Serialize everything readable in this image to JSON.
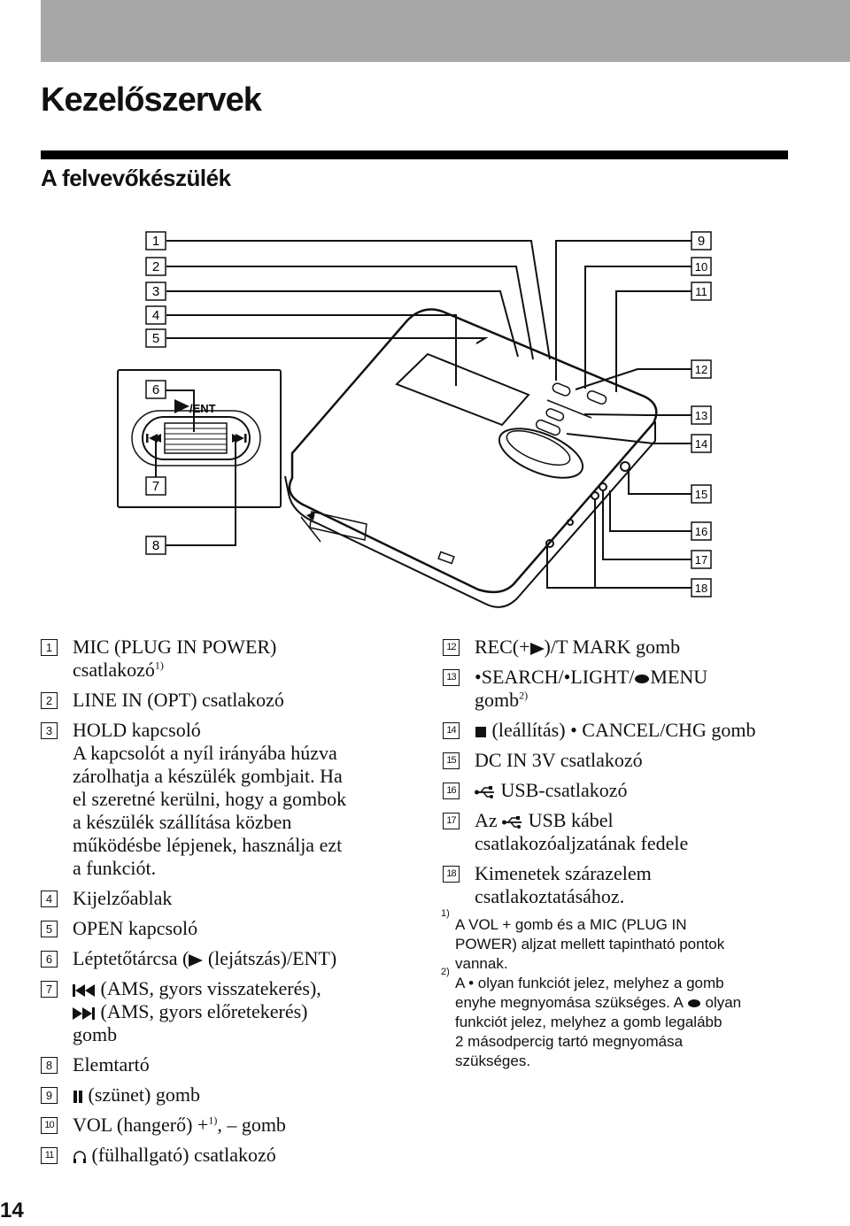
{
  "page": {
    "title": "Kezelőszervek",
    "subtitle": "A felvevőkészülék",
    "page_number": "14"
  },
  "diagram": {
    "ent_label": "/ENT",
    "callouts": [
      "1",
      "2",
      "3",
      "4",
      "5",
      "6",
      "7",
      "8",
      "9",
      "10",
      "11",
      "12",
      "13",
      "14",
      "15",
      "16",
      "17",
      "18"
    ]
  },
  "left_items": [
    {
      "num": "1",
      "lines": [
        "MIC (PLUG IN POWER)",
        "csatlakozó"
      ],
      "sup": "1)"
    },
    {
      "num": "2",
      "lines": [
        "LINE IN (OPT) csatlakozó"
      ]
    },
    {
      "num": "3",
      "lines": [
        "HOLD kapcsoló",
        "A kapcsolót a nyíl irányába húzva",
        "zárolhatja a készülék gombjait. Ha",
        "el szeretné kerülni, hogy a gombok",
        "a készülék szállítása közben",
        "működésbe lépjenek, használja ezt",
        "a funkciót."
      ]
    },
    {
      "num": "4",
      "lines": [
        "Kijelzőablak"
      ]
    },
    {
      "num": "5",
      "lines": [
        "OPEN kapcsoló"
      ]
    },
    {
      "num": "6",
      "pre": "Léptetőtárcsa (",
      "post": " (lejátszás)/ENT)"
    },
    {
      "num": "7",
      "l1": " (AMS, gyors visszatekerés),",
      "l2": " (AMS, gyors előretekerés)",
      "l3": "gomb"
    },
    {
      "num": "8",
      "lines": [
        "Elemtartó"
      ]
    },
    {
      "num": "9",
      "text": " (szünet) gomb"
    },
    {
      "num": "10",
      "pre": "VOL (hangerő) +",
      "sup": "1)",
      "post": ", – gomb"
    },
    {
      "num": "11",
      "text": " (fülhallgató) csatlakozó"
    }
  ],
  "right_items": [
    {
      "num": "12",
      "pre": " REC(+",
      "post": ")/T MARK gomb"
    },
    {
      "num": "13",
      "pre": "•SEARCH/•LIGHT/",
      "post": "MENU",
      "l2": "gomb",
      "sup": "2)"
    },
    {
      "num": "14",
      "text": " (leállítás) • CANCEL/CHG gomb"
    },
    {
      "num": "15",
      "lines": [
        "DC IN 3V csatlakozó"
      ]
    },
    {
      "num": "16",
      "text": " USB-csatlakozó"
    },
    {
      "num": "17",
      "pre": "Az ",
      "post": " USB kábel",
      "l2": "csatlakozóaljzatának fedele"
    },
    {
      "num": "18",
      "lines": [
        "Kimenetek szárazelem",
        "csatlakoztatásához."
      ]
    }
  ],
  "footnotes": [
    {
      "mark": "1)",
      "lines": [
        "A VOL + gomb és a MIC (PLUG IN",
        "POWER) aljzat mellett tapintható pontok",
        "vannak."
      ]
    },
    {
      "mark": "2)",
      "l1": "A • olyan funkciót jelez, melyhez a gomb",
      "l2a": "enyhe megnyomása szükséges. A ",
      "l2b": " olyan",
      "l3": "funkciót jelez, melyhez a gomb legalább",
      "l4": "2 másodpercig tartó megnyomása",
      "l5": "szükséges."
    }
  ]
}
